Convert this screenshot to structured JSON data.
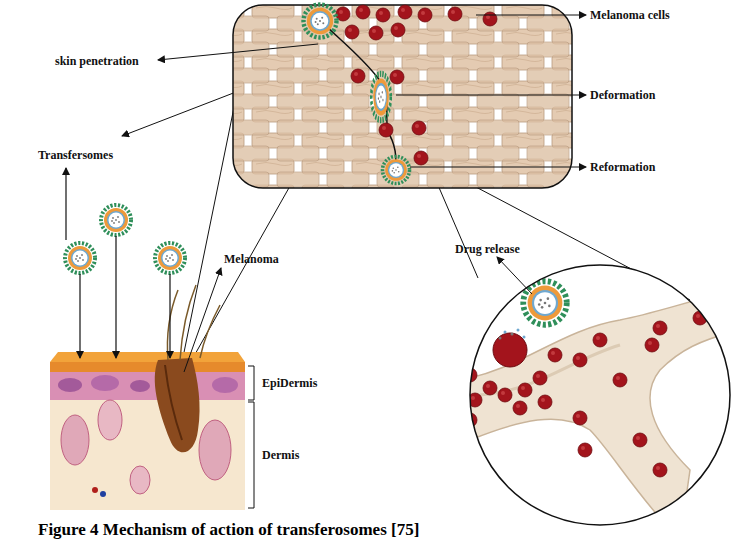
{
  "diagram": {
    "caption": "Figure 4 Mechanism of action of transferosomes [75]",
    "labels": [
      "Melanoma cells",
      "skin penetration",
      "Transfersomes",
      "Deformation",
      "Reformation",
      "Melanoma",
      "Drug release",
      "EpiDermis",
      "Dermis"
    ]
  }
}
